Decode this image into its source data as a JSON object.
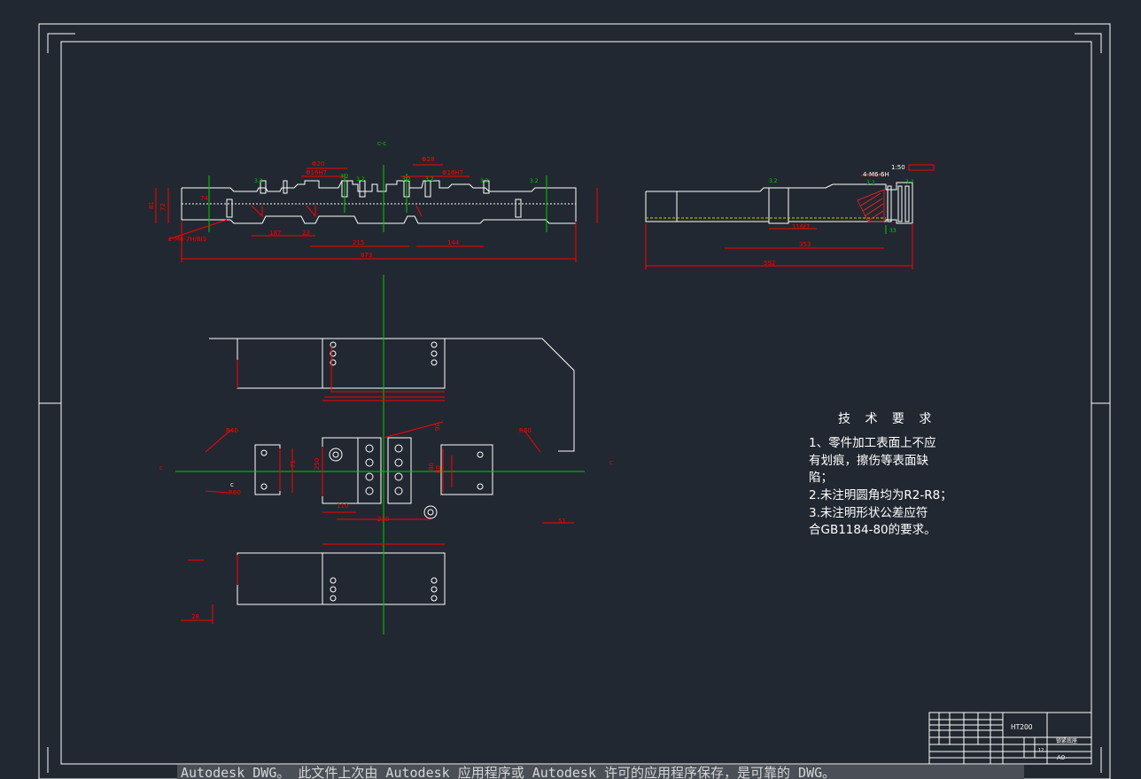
{
  "drawing": {
    "section_label": "c-c",
    "dimensions": {
      "d20": "Φ20",
      "d16h7": "Φ16H7",
      "d28": "Φ28",
      "d16h7b": "Φ16H7",
      "w873": "873",
      "w215": "215",
      "w144": "144",
      "w187": "187",
      "w23": "23",
      "h72": "72",
      "h81": "81",
      "h74": "74",
      "screws_left": "2-M6-7H/8I3",
      "w592": "592",
      "w353": "353",
      "w116": "116f7",
      "screws_right": "4-M6-6H",
      "scale": "1:50",
      "w33": "33",
      "w28": "28",
      "w51": "51",
      "w230": "230",
      "w110": "110",
      "w71": "71",
      "w80": "80",
      "w250": "250",
      "h80": "80",
      "h90": "90",
      "r40": "R40",
      "r60": "R60",
      "r60b": "R60",
      "c_left": "c",
      "c_right": "c",
      "c_mid": "c"
    },
    "requirements": {
      "title": "技 术 要 求",
      "lines": [
        "1、零件加工表面上不应",
        "有划痕，擦伤等表面缺",
        "陷；",
        "2.未注明圆角均为R2-R8；",
        "3.未注明形状公差应符",
        "合GB1184-80的要求。"
      ]
    },
    "title_block": {
      "material": "HT200",
      "part_name": "锁紧底座",
      "sheet": "A0",
      "qty": "12"
    },
    "colors": {
      "background": "#222831",
      "lines": "#ffffff",
      "dimensions": "#ff0000",
      "centerlines": "#00cc00",
      "hatch": "#ff2020"
    }
  },
  "status_bar": {
    "message": "Autodesk DWG。  此文件上次由 Autodesk 应用程序或 Autodesk 许可的应用程序保存，是可靠的 DWG。"
  }
}
